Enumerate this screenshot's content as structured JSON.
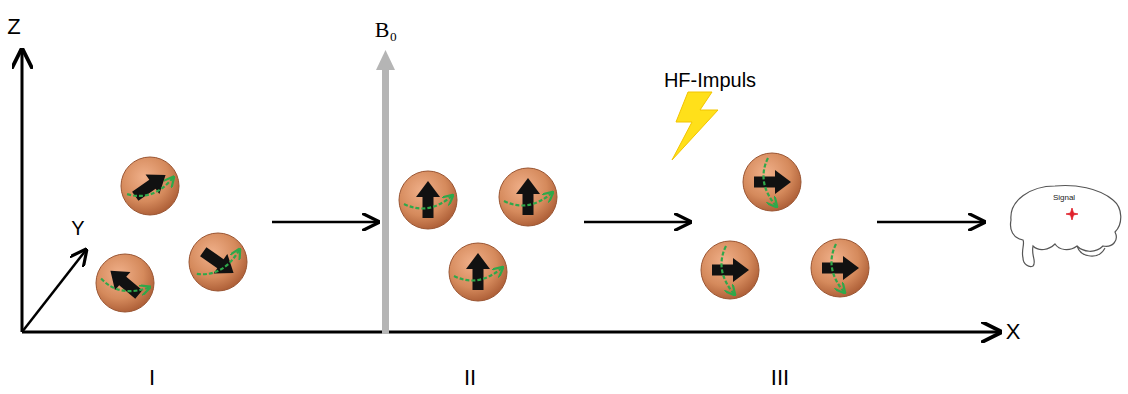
{
  "diagram": {
    "nodes": [
      {
        "text": [
          "Signal"
        ]
      }
    ],
    "labels": [
      "Z",
      "Y",
      "X",
      "B₀",
      "HF-Impuls",
      "I",
      "II",
      "III"
    ]
  }
}
